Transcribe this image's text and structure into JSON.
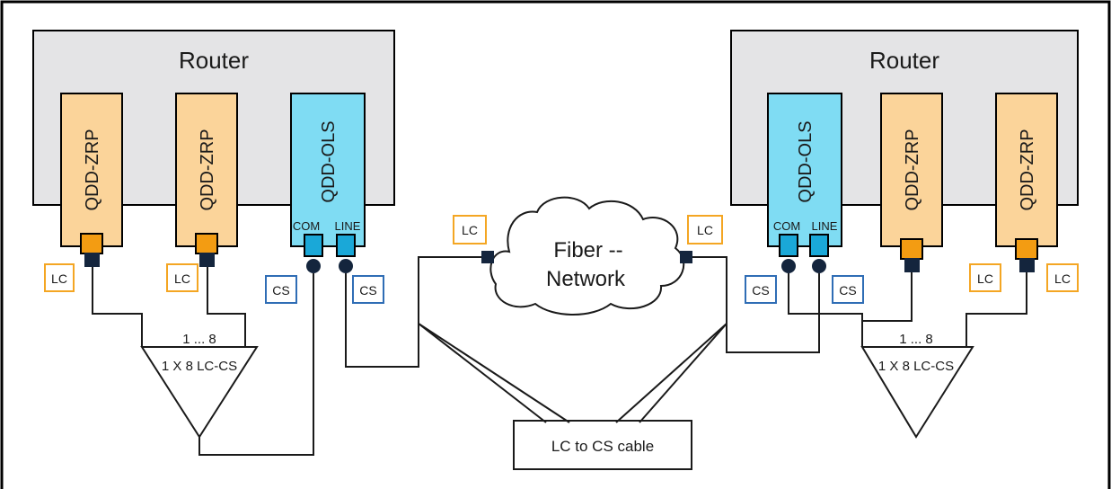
{
  "routers": {
    "left": {
      "title": "Router"
    },
    "right": {
      "title": "Router"
    }
  },
  "modules": {
    "zrp_label": "QDD-ZRP",
    "ols_label": "QDD-OLS",
    "com_label": "COM",
    "line_label": "LINE"
  },
  "tags": {
    "lc": "LC",
    "cs": "CS"
  },
  "splitters": {
    "left": {
      "range": "1 ... 8",
      "type": "1 X 8 LC-CS"
    },
    "right": {
      "range": "1 ... 8",
      "type": "1 X 8 LC-CS"
    }
  },
  "network": {
    "line1": "Fiber --",
    "line2": "Network"
  },
  "cable": {
    "label": "LC to CS cable"
  },
  "colors": {
    "zrp_module": "#fbd49a",
    "ols_module": "#7fdcf3",
    "router_body": "#e4e4e6",
    "lc_border": "#f4a623",
    "cs_border": "#2f6db5",
    "lc_port": "#f39c12",
    "cs_port": "#1aa8d8"
  }
}
